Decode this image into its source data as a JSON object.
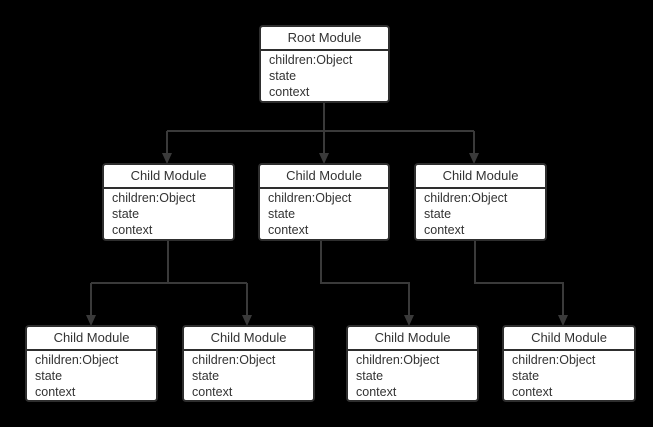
{
  "diagram": {
    "colors": {
      "background": "#000000",
      "node_fill": "#ffffff",
      "node_border": "#2e2e2e",
      "text": "#333333",
      "connector": "#3a3a3a"
    },
    "nodes": [
      {
        "id": "root",
        "title": "Root Module",
        "fields": [
          "children:Object",
          "state",
          "context"
        ]
      },
      {
        "id": "child-1",
        "title": "Child Module",
        "fields": [
          "children:Object",
          "state",
          "context"
        ]
      },
      {
        "id": "child-2",
        "title": "Child Module",
        "fields": [
          "children:Object",
          "state",
          "context"
        ]
      },
      {
        "id": "child-3",
        "title": "Child Module",
        "fields": [
          "children:Object",
          "state",
          "context"
        ]
      },
      {
        "id": "child-4",
        "title": "Child Module",
        "fields": [
          "children:Object",
          "state",
          "context"
        ]
      },
      {
        "id": "child-5",
        "title": "Child Module",
        "fields": [
          "children:Object",
          "state",
          "context"
        ]
      },
      {
        "id": "child-6",
        "title": "Child Module",
        "fields": [
          "children:Object",
          "state",
          "context"
        ]
      },
      {
        "id": "child-7",
        "title": "Child Module",
        "fields": [
          "children:Object",
          "state",
          "context"
        ]
      }
    ]
  }
}
